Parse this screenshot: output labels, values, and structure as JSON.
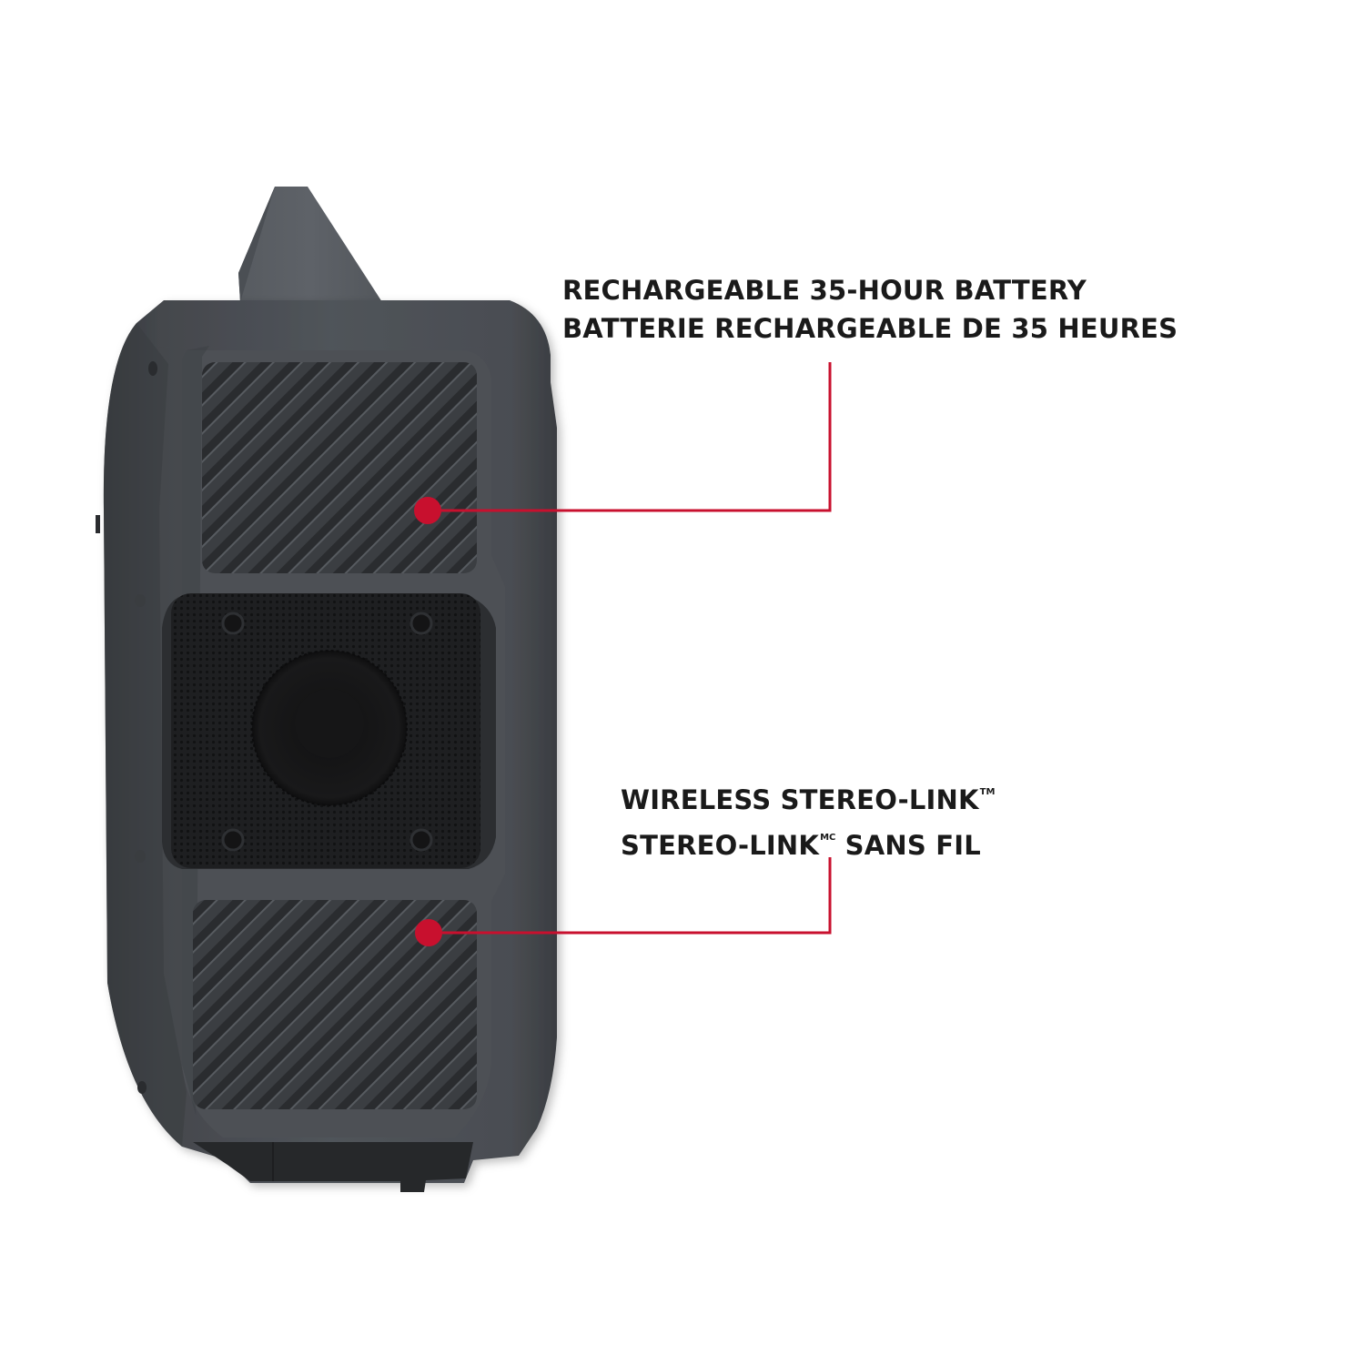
{
  "image": {
    "subject": "portable speaker, front view",
    "background_color": "#ffffff",
    "accent_color": "#c8102e",
    "body_color": "#4a4d52",
    "grille_color": "#1c1c1e"
  },
  "callouts": [
    {
      "id": "battery",
      "line_en": "RECHARGEABLE 35-HOUR BATTERY",
      "line_fr": "BATTERIE RECHARGEABLE DE 35 HEURES"
    },
    {
      "id": "stereo-link",
      "line_en": "WIRELESS STEREO-LINK",
      "line_en_mark": "TM",
      "line_fr_a": "STEREO-LINK",
      "line_fr_mark": "MC",
      "line_fr_b": " SANS FIL"
    }
  ]
}
